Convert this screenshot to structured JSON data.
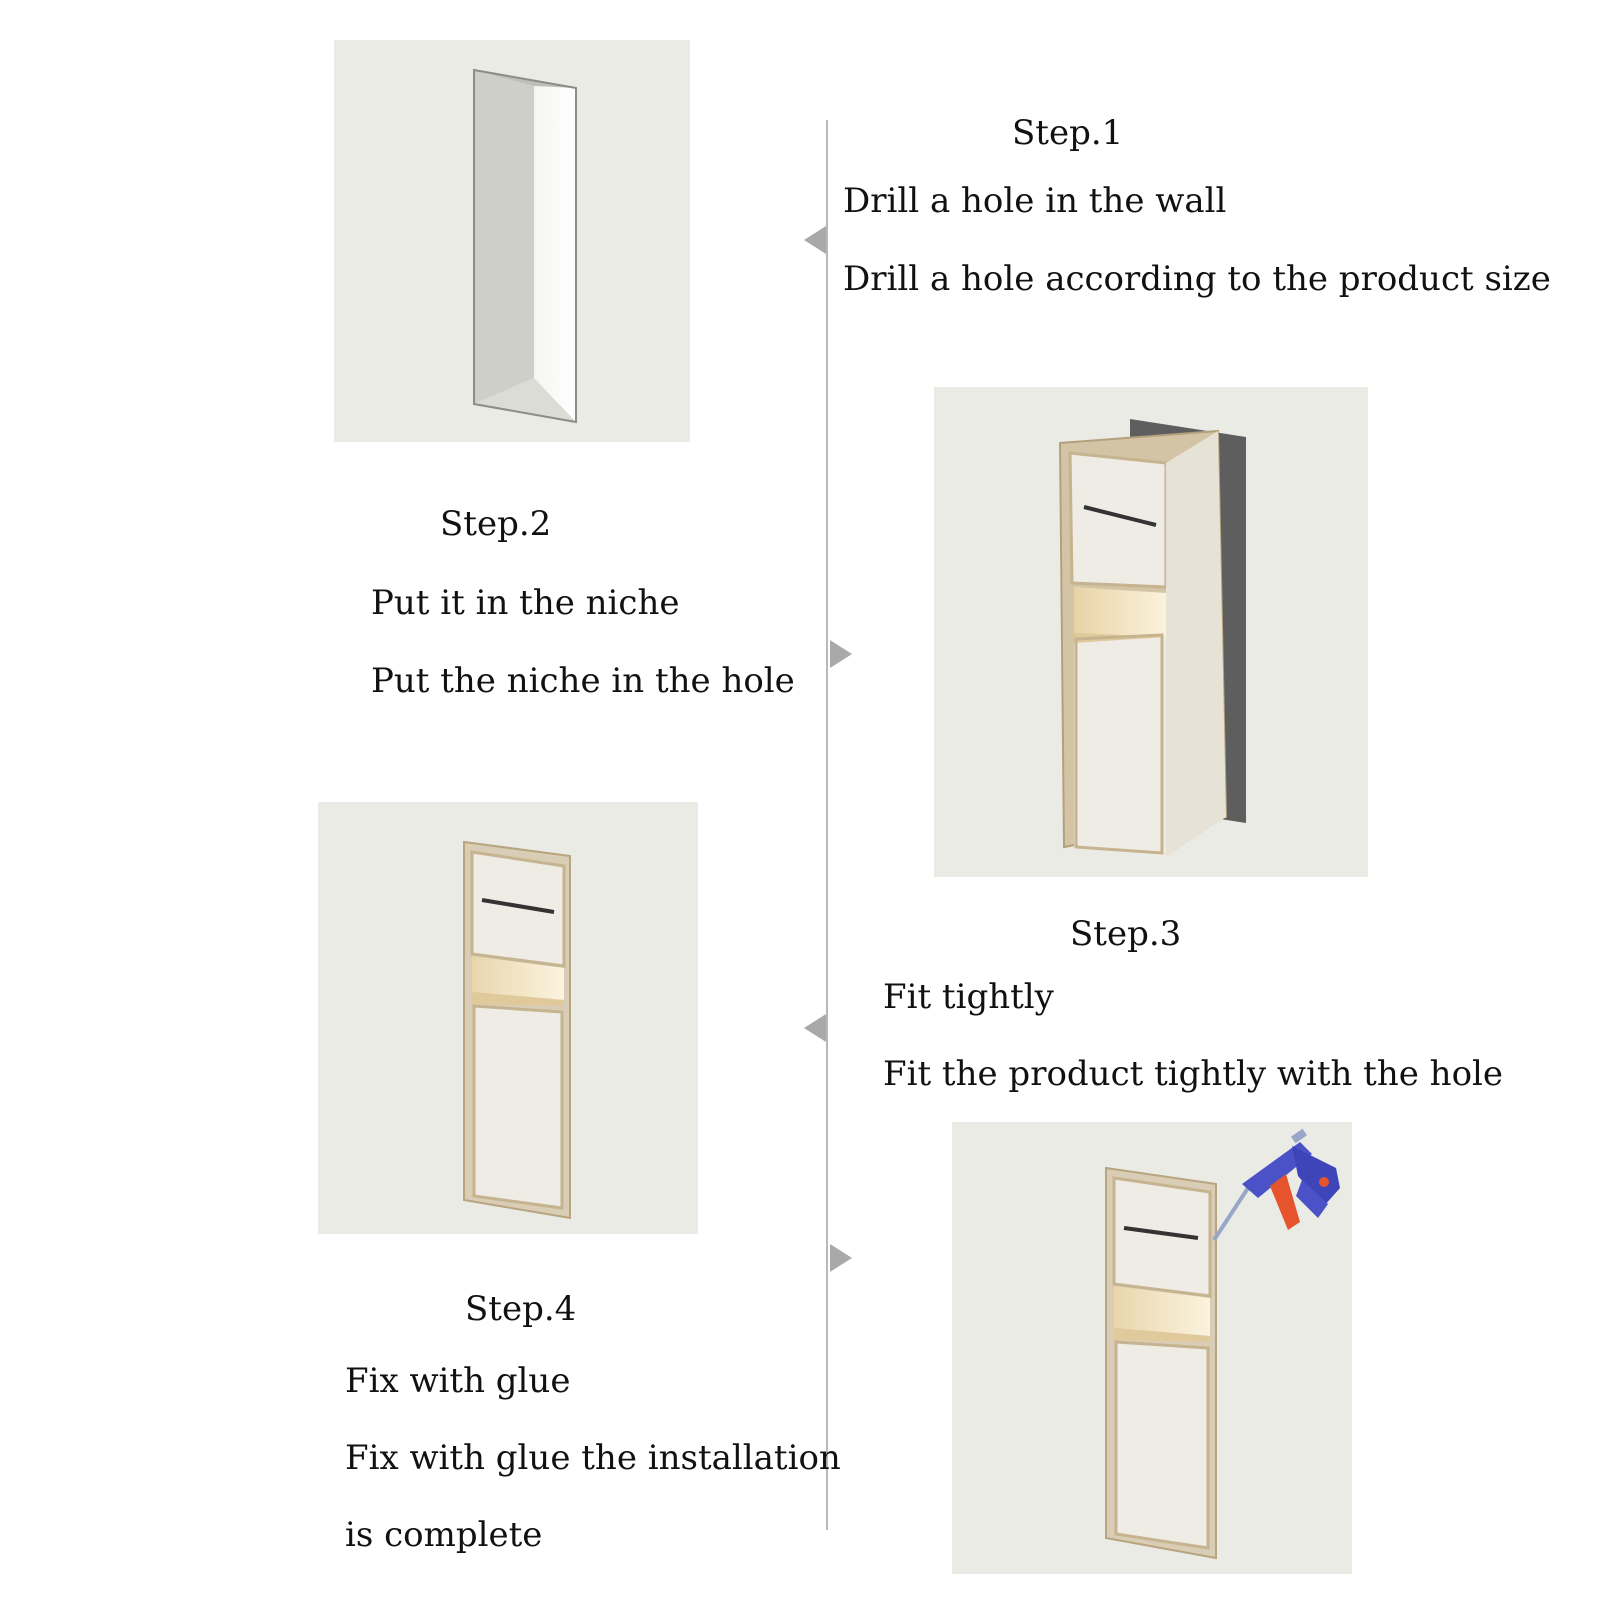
{
  "steps": [
    {
      "title": "Step.1",
      "line1": "Drill a hole in the wall",
      "line2": "Drill a hole according to the product size"
    },
    {
      "title": "Step.2",
      "line1": "Put it in the niche",
      "line2": "Put the niche in the hole"
    },
    {
      "title": "Step.3",
      "line1": "Fit tightly",
      "line2": "Fit the product tightly with the hole"
    },
    {
      "title": "Step.4",
      "line1": "Fix with glue",
      "line2": "Fix with glue the installation",
      "line3": "is complete"
    }
  ],
  "colors": {
    "wall": "#ebebe6",
    "frame": "#c7b596",
    "panel": "#e9e6de",
    "glow": "#f3e3bf",
    "glue_gun": "#4b52c8",
    "trigger": "#e5542d"
  }
}
